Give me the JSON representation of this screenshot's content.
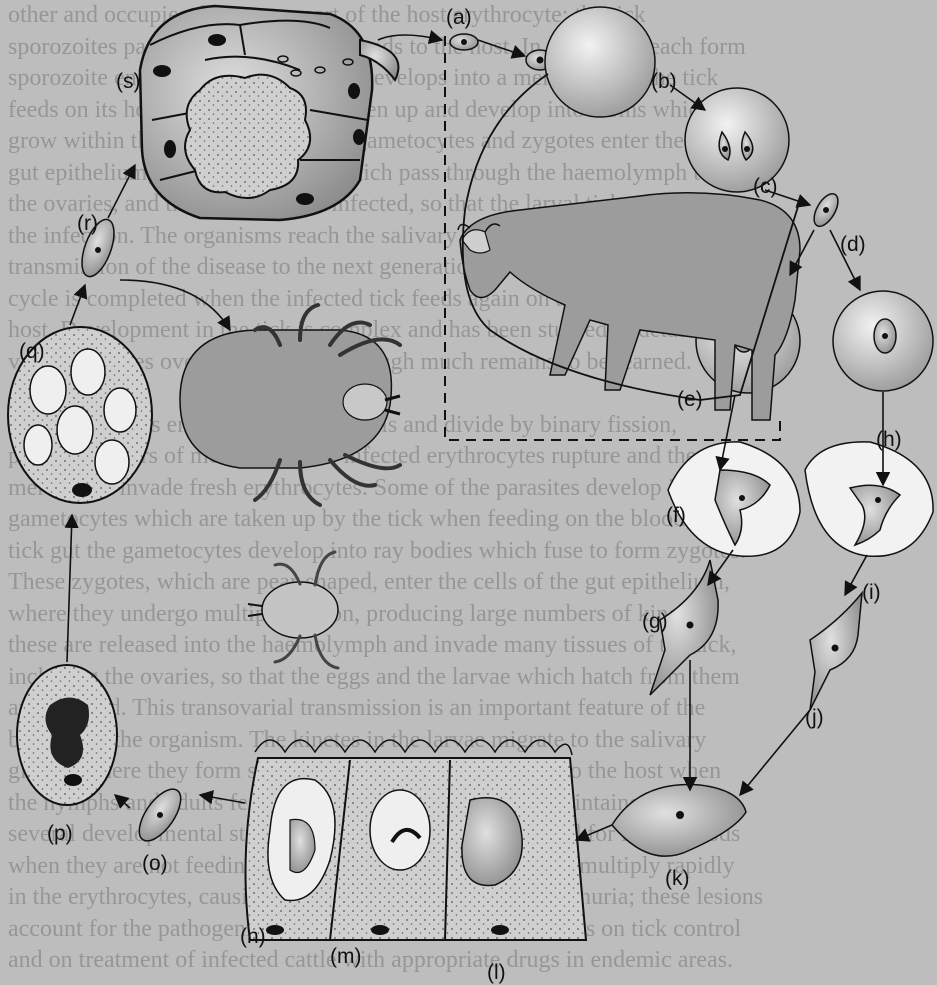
{
  "figure": {
    "labels": {
      "a": "(a)",
      "b": "(b)",
      "c": "(c)",
      "d": "(d)",
      "e": "(e)",
      "f": "(f)",
      "g": "(g)",
      "h": "(h)",
      "i": "(i)",
      "j": "(j)",
      "k": "(k)",
      "l": "(l)",
      "m": "(m)",
      "n": "(n)",
      "o": "(o)",
      "p": "(p)",
      "q": "(q)",
      "r": "(r)",
      "s": "(s)"
    }
  },
  "background_text": [
    "other and occupies the greater part of the host erythrocyte; the tick",
    "sporozoites pass from the salivary glands to the host. In the blood, each form",
    "sporozoite enters an erythrocyte and develops into a merozoite, as the tick",
    "feeds on its host; the parasites are taken up and develop into forms which",
    "grow within the gut of the tick. The gametocytes and zygotes enter the",
    "gut epithelium; they form kinetes which pass through the haemolymph to",
    "the ovaries, and the eggs become infected, so that the larval ticks carry",
    "the infection. The organisms reach the salivary glands, an important route for the",
    "transmission of the disease to the next generation of cattle, and the life",
    "cycle is completed when the infected tick feeds again on a susceptible",
    "host. Development in the tick is complex and has been studied in detail in",
    "various species over many years, although much remains to be learned.",
    "",
    "The sporozoites enter the red blood cells and divide by binary fission,",
    "producing pairs of merozoites; the infected erythrocytes rupture and the",
    "merozoites invade fresh erythrocytes. Some of the parasites develop into",
    "gametocytes which are taken up by the tick when feeding on the blood; in the",
    "tick gut the gametocytes develop into ray bodies which fuse to form zygotes.",
    "These zygotes, which are pear-shaped, enter the cells of the gut epithelium,",
    "where they undergo multiple fission, producing large numbers of kinetes;",
    "these are released into the haemolymph and invade many tissues of the tick,",
    "including the ovaries, so that the eggs and the larvae which hatch from them",
    "are infected. This transovarial transmission is an important feature of the",
    "biology of the organism. The kinetes in the larvae migrate to the salivary",
    "glands, where they form sporozoites which are injected into the host when",
    "the nymphs and adults feed; the cycle in the tick is thus maintained through",
    "several developmental stages, and ticks can remain infected for long periods",
    "when they are not feeding. In the host animal, the parasites multiply rapidly",
    "in the erythrocytes, causing anaemia, fever and haemoglobinuria; these lesions",
    "account for the pathogenicity of the disease. Control depends on tick control",
    "and on treatment of infected cattle with appropriate drugs in endemic areas."
  ]
}
